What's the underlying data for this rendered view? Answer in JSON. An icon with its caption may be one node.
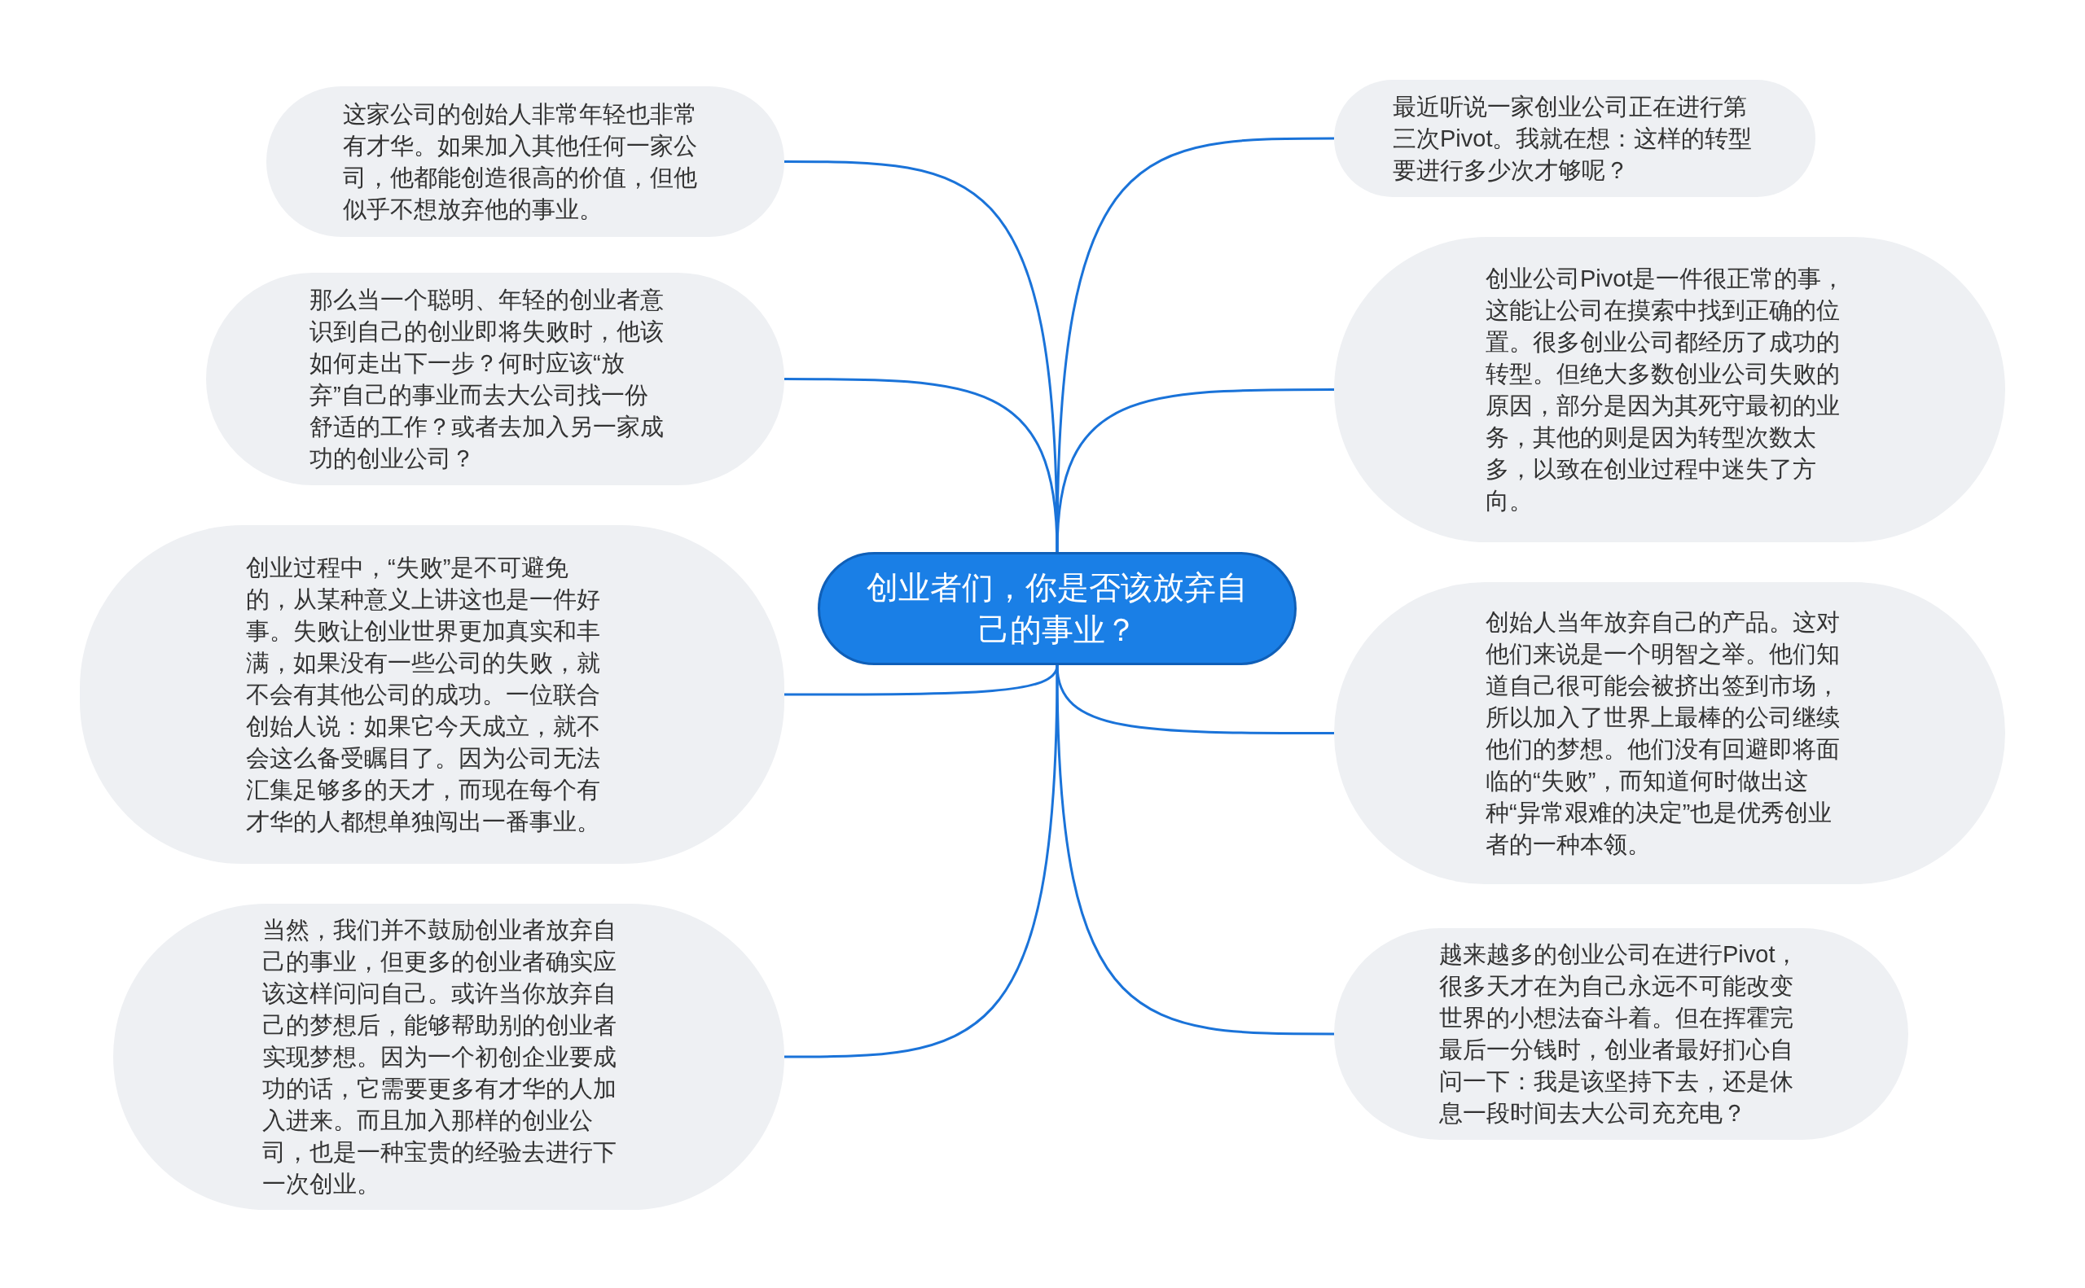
{
  "diagram": {
    "nodes": [
      {
        "text": [
          "创业者们，你是否该放弃自己的事业？"
        ]
      },
      {
        "text": [
          "这家公司的创始人非常年轻也非常有才华。如果加入其他任何一家公司，他都能创造很高的价值，但他似乎不想放弃他的事业。"
        ]
      },
      {
        "text": [
          "那么当一个聪明、年轻的创业者意识到自己的创业即将失败时，他该如何走出下一步？何时应该“放弃”自己的事业而去大公司找一份舒适的工作？或者去加入另一家成功的创业公司？"
        ]
      },
      {
        "text": [
          "创业过程中，“失败”是不可避免的，从某种意义上讲这也是一件好事。失败让创业世界更加真实和丰满，如果没有一些公司的失败，就不会有其他公司的成功。一位联合创始人说：如果它今天成立，就不会这么备受瞩目了。因为公司无法汇集足够多的天才，而现在每个有才华的人都想单独闯出一番事业。"
        ]
      },
      {
        "text": [
          "当然，我们并不鼓励创业者放弃自己的事业，但更多的创业者确实应该这样问问自己。或许当你放弃自己的梦想后，能够帮助别的创业者实现梦想。因为一个初创企业要成功的话，它需要更多有才华的人加入进来。而且加入那样的创业公司，也是一种宝贵的经验去进行下一次创业。"
        ]
      },
      {
        "text": [
          "最近听说一家创业公司正在进行第三次Pivot。我就在想：这样的转型要进行多少次才够呢？"
        ]
      },
      {
        "text": [
          "创业公司Pivot是一件很正常的事，这能让公司在摸索中找到正确的位置。很多创业公司都经历了成功的转型。但绝大多数创业公司失败的原因，部分是因为其死守最初的业务，其他的则是因为转型次数太多，以致在创业过程中迷失了方向。"
        ]
      },
      {
        "text": [
          "创始人当年放弃自己的产品。这对他们来说是一个明智之举。他们知道自己很可能会被挤出签到市场，所以加入了世界上最棒的公司继续他们的梦想。他们没有回避即将面临的“失败”，而知道何时做出这种“异常艰难的决定”也是优秀创业者的一种本领。"
        ]
      },
      {
        "text": [
          "越来越多的创业公司在进行Pivot，很多天才在为自己永远不可能改变世界的小想法奋斗着。但在挥霍完最后一分钱时，创业者最好扪心自问一下：我是该坚持下去，还是休息一段时间去大公司充充电？"
        ]
      }
    ],
    "edges": [
      {
        "from": 0,
        "to": 1,
        "arrow": "none"
      },
      {
        "from": 0,
        "to": 2,
        "arrow": "none"
      },
      {
        "from": 0,
        "to": 3,
        "arrow": "none"
      },
      {
        "from": 0,
        "to": 4,
        "arrow": "none"
      },
      {
        "from": 0,
        "to": 5,
        "arrow": "none"
      },
      {
        "from": 0,
        "to": 6,
        "arrow": "none"
      },
      {
        "from": 0,
        "to": 7,
        "arrow": "none"
      },
      {
        "from": 0,
        "to": 8,
        "arrow": "none"
      }
    ]
  }
}
